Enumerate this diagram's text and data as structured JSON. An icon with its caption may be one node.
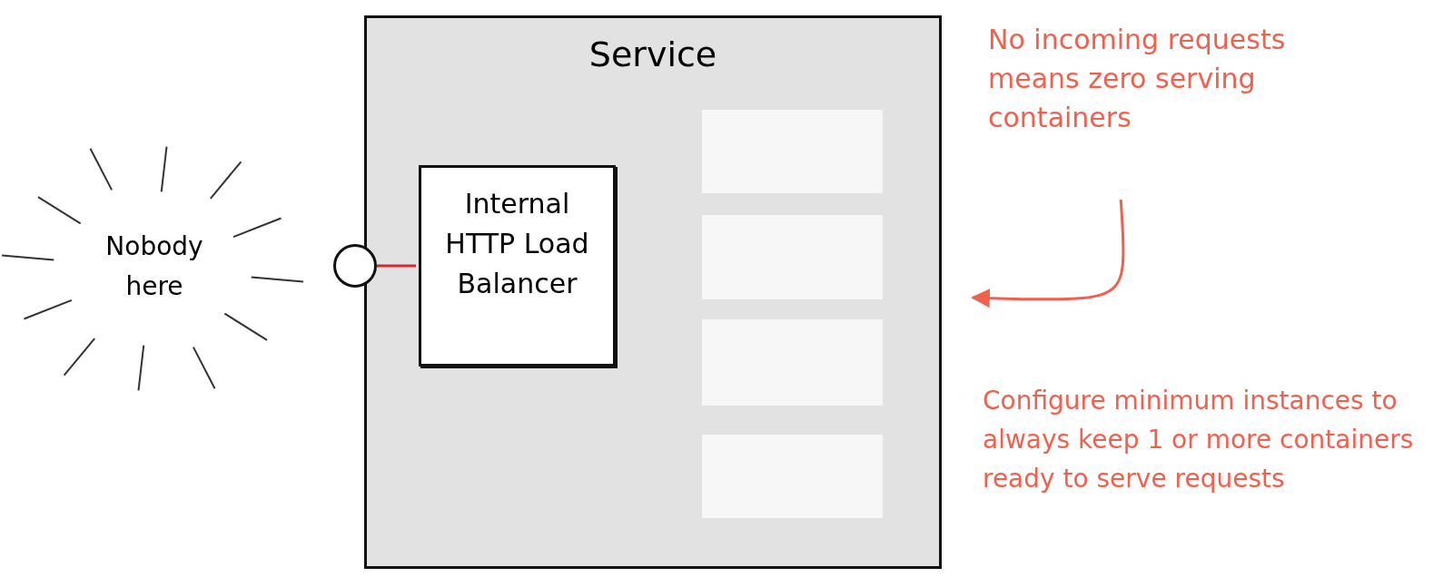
{
  "diagram": {
    "nodes": [
      {
        "text": [
          "Service"
        ]
      },
      {
        "text": [],
        "shape": "circle"
      },
      {
        "text": [
          "Internal HTTP Load Balancer"
        ],
        "in": 0
      },
      {
        "text": [],
        "shape": "box",
        "in": 0
      },
      {
        "text": [],
        "shape": "box",
        "in": 0
      },
      {
        "text": [],
        "shape": "box",
        "in": 0
      },
      {
        "text": [],
        "shape": "box",
        "in": 0
      },
      {
        "text": [
          "No incoming requests means zero serving containers"
        ]
      }
    ],
    "edges": [
      {
        "from": 1,
        "to": 2,
        "arrow": "none",
        "color": "#d42a2a"
      },
      {
        "from": 7,
        "to": 0,
        "arrow": "to",
        "color": "#f0604d"
      }
    ],
    "labels": [
      "Nobody here",
      "Configure minimum instances to always keep 1 or more containers ready to serve requests"
    ]
  }
}
